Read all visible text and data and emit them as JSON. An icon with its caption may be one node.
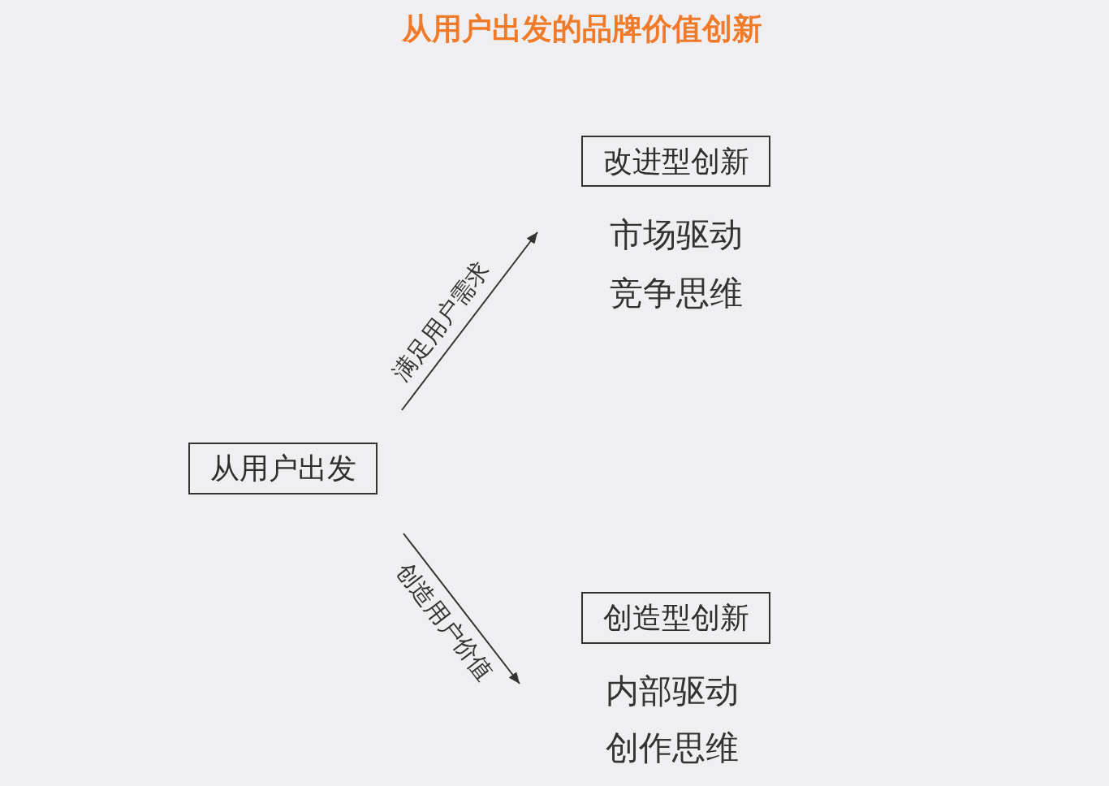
{
  "diagram": {
    "title": "从用户出发的品牌价值创新",
    "nodes": [
      {
        "text": [
          "从用户出发"
        ]
      },
      {
        "text": [
          "改进型创新"
        ],
        "beside": [
          "市场驱动",
          "竞争思维"
        ]
      },
      {
        "text": [
          "创造型创新"
        ],
        "beside": [
          "内部驱动",
          "创作思维"
        ]
      }
    ],
    "edges": [
      {
        "from": 0,
        "to": 1,
        "arrow": "to",
        "label": "满足用户需求"
      },
      {
        "from": 0,
        "to": 2,
        "arrow": "to",
        "label": "创造用户价值"
      }
    ]
  }
}
